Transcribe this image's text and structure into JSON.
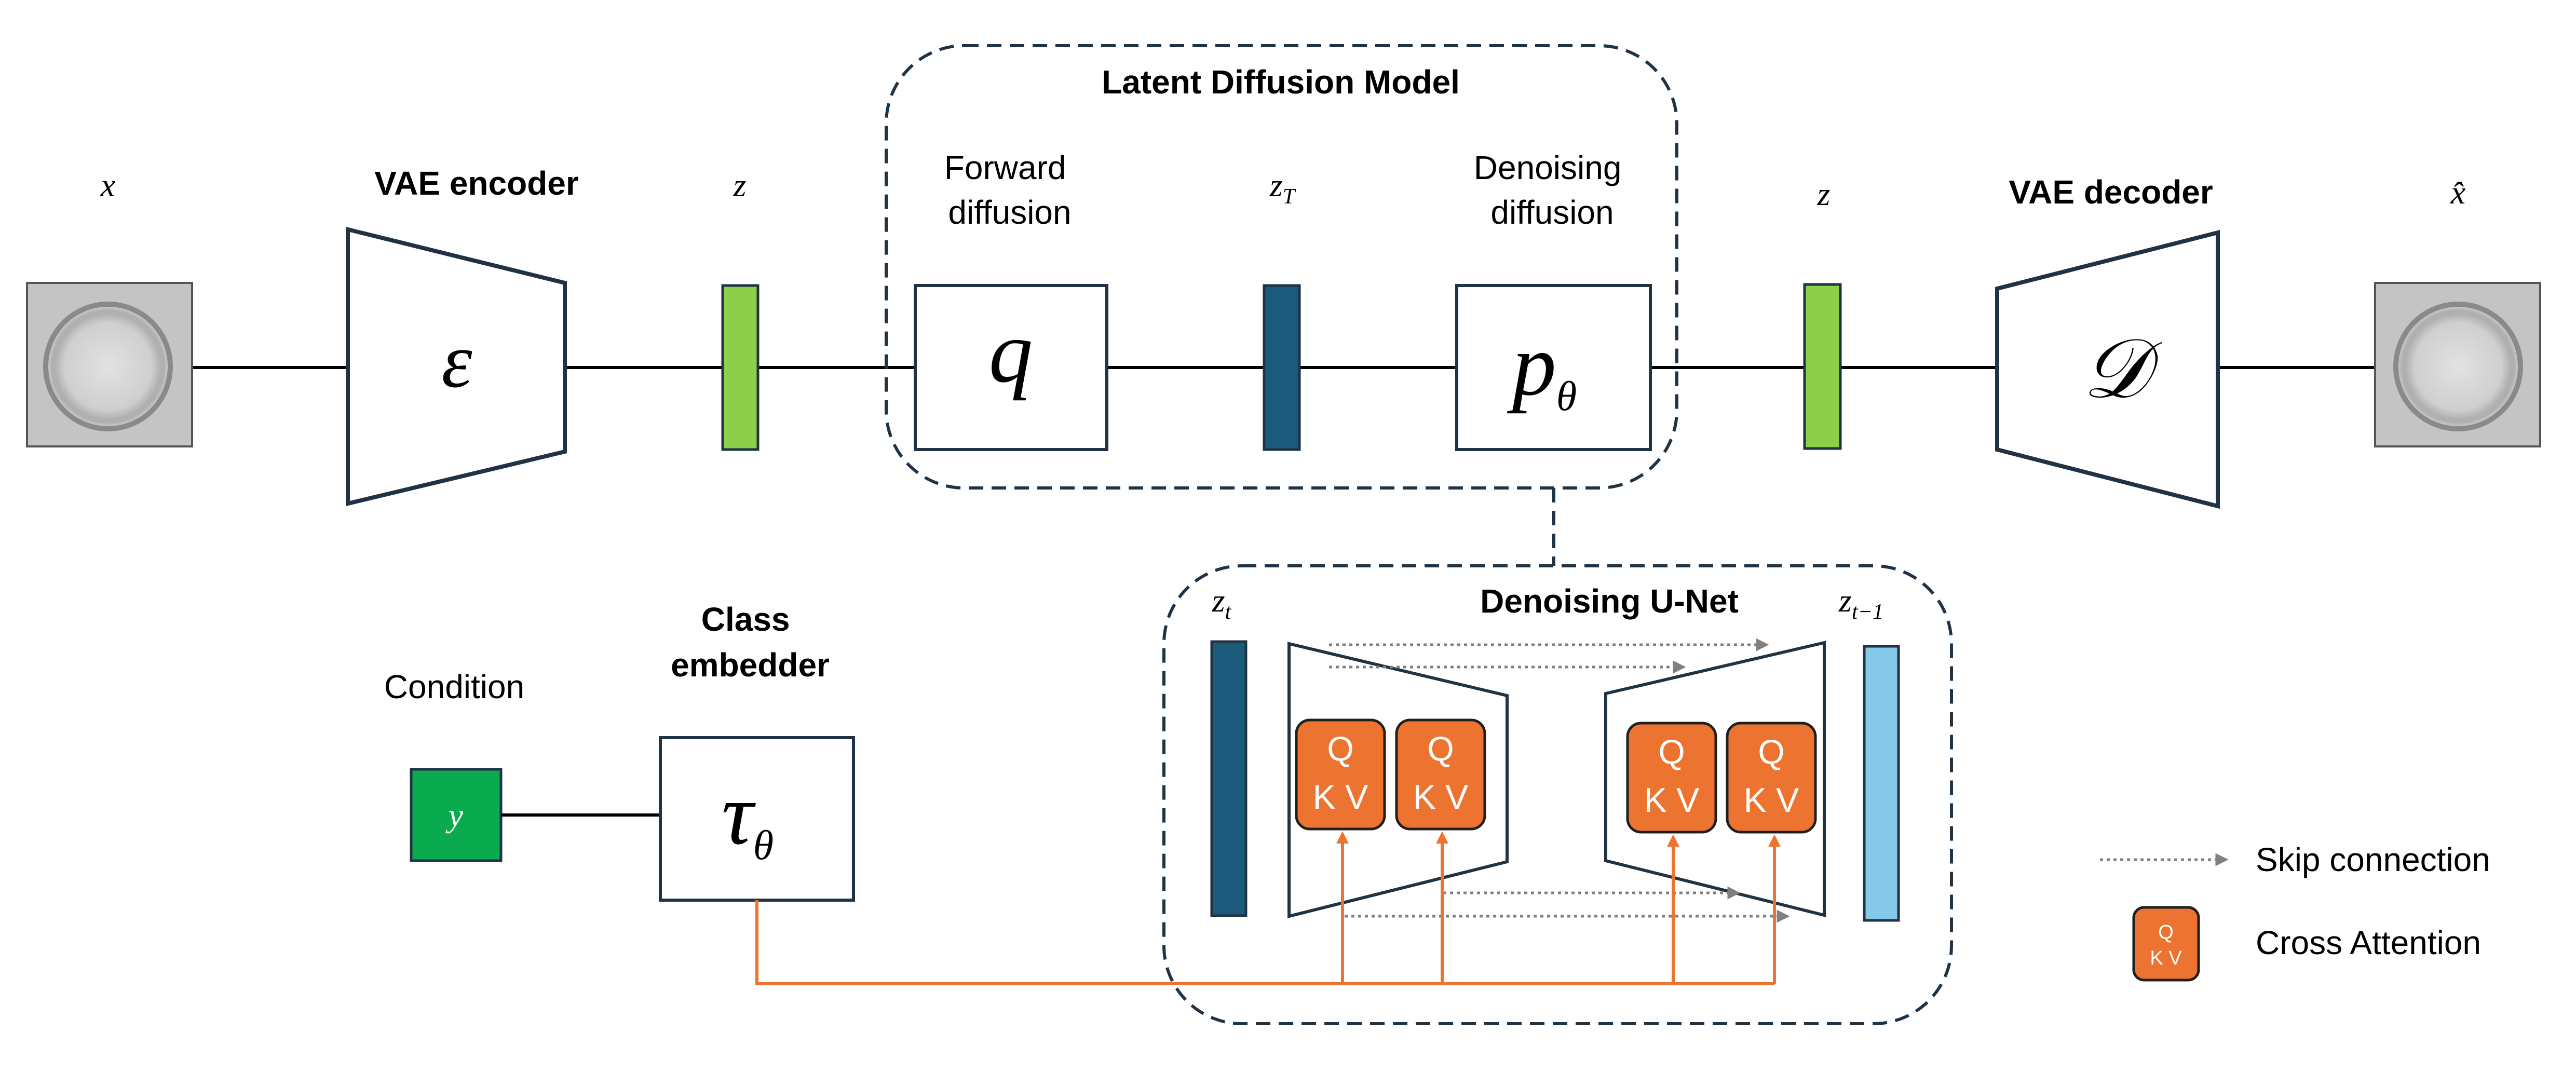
{
  "labels": {
    "input_x": "x",
    "output_x_hat": "x̂",
    "vae_encoder": "VAE encoder",
    "vae_decoder": "VAE decoder",
    "encoder_symbol": "ε",
    "decoder_symbol": "𝒟",
    "z_left": "z",
    "z_right": "z",
    "z_T": "z",
    "z_T_sub": "T",
    "ldm_title": "Latent Diffusion Model",
    "forward_line1": "Forward",
    "forward_line2": "diffusion",
    "denoise_line1": "Denoising",
    "denoise_line2": "diffusion",
    "q_symbol": "q",
    "p_symbol": "p",
    "p_sub": "θ",
    "unet_title": "Denoising U-Net",
    "z_t": "z",
    "z_t_sub": "t",
    "z_t1": "z",
    "z_t1_sub": "t−1",
    "condition": "Condition",
    "y_symbol": "y",
    "class_line1": "Class",
    "class_line2": "embedder",
    "tau_symbol": "τ",
    "tau_sub": "θ",
    "attn_q": "Q",
    "attn_kv": "K V"
  },
  "legend": {
    "skip": "Skip connection",
    "cross": "Cross Attention",
    "icon_q": "Q",
    "icon_kv": "K V"
  },
  "colors": {
    "latent_green": "#8DCF4B",
    "latent_navy": "#1B5A7A",
    "latent_light_blue": "#87C9E8",
    "condition_green": "#0AAA4E",
    "attention_orange": "#ED7430",
    "outline_dark": "#1F3344",
    "skip_gray": "#808080"
  }
}
